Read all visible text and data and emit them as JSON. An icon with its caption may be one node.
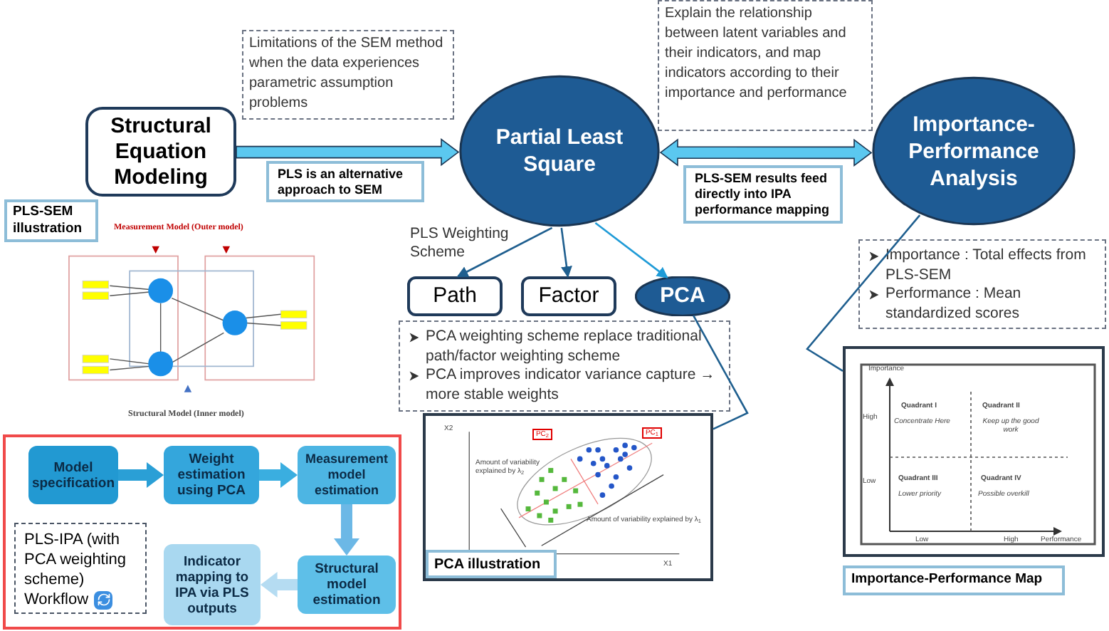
{
  "diagram": {
    "nodes": [
      {
        "text": [
          "Structural Equation Modeling"
        ]
      },
      {
        "text": [
          "Partial Least Square"
        ]
      },
      {
        "text": [
          "Importance-Performance Analysis"
        ]
      },
      {
        "text": [
          "Limitations of the SEM method when the data experiences parametric assumption problems"
        ]
      },
      {
        "text": [
          "PLS is an alternative approach to SEM"
        ]
      },
      {
        "text": [
          "Explain the relationship between latent variables and their indicators, and map indicators according to their importance and performance"
        ]
      },
      {
        "text": [
          "PLS-SEM results feed directly into IPA performance mapping"
        ]
      },
      {
        "text": [
          "Path"
        ]
      },
      {
        "text": [
          "Factor"
        ]
      },
      {
        "text": [
          "PCA"
        ]
      },
      {
        "text": [
          "PCA weighting scheme replace traditional path/factor weighting scheme",
          "PCA improves indicator variance capture → more stable weights"
        ]
      },
      {
        "text": [
          "PCA illustration"
        ]
      },
      {
        "text": [
          "Importance : Total effects from PLS-SEM",
          "Performance : Mean standardized scores"
        ]
      },
      {
        "text": [
          "Importance-Performance Map"
        ]
      },
      {
        "text": [
          "PLS-SEM illustration"
        ]
      },
      {
        "text": [],
        "shape": "box"
      },
      {
        "text": [
          "Model specification"
        ],
        "in": 15
      },
      {
        "text": [
          "Weight estimation using PCA"
        ],
        "in": 15
      },
      {
        "text": [
          "Measurement model estimation"
        ],
        "in": 15
      },
      {
        "text": [
          "Structural model estimation"
        ],
        "in": 15
      },
      {
        "text": [
          "Indicator mapping to IPA via PLS outputs"
        ],
        "in": 15
      },
      {
        "text": [
          "PLS-IPA (with PCA weighting scheme) Workflow"
        ],
        "in": 15
      }
    ],
    "edges": [
      {
        "from": 0,
        "to": 1,
        "arrow": "to",
        "style": "thick",
        "color": "#5bc8f0"
      },
      {
        "from": 1,
        "to": 2,
        "arrow": "both",
        "style": "thick",
        "color": "#5bc8f0"
      },
      {
        "from": 1,
        "to": 7,
        "arrow": "to"
      },
      {
        "from": 1,
        "to": 8,
        "arrow": "to"
      },
      {
        "from": 1,
        "to": 9,
        "arrow": "to",
        "color": "#1f9bd7"
      },
      {
        "from": 9,
        "to": 11,
        "arrow": "none"
      },
      {
        "from": 2,
        "to": 13,
        "arrow": "none"
      },
      {
        "from": 16,
        "to": 17,
        "arrow": "to",
        "style": "thick",
        "color": "#2a9fd6"
      },
      {
        "from": 17,
        "to": 18,
        "arrow": "to",
        "style": "thick",
        "color": "#3aaee0"
      },
      {
        "from": 18,
        "to": 19,
        "arrow": "to",
        "style": "thick",
        "color": "#6cb8e6"
      },
      {
        "from": 19,
        "to": 20,
        "arrow": "to",
        "style": "thick",
        "color": "#b5dcf2"
      }
    ],
    "labels": [
      "PLS Weighting Scheme",
      "Measurement Model (Outer model)",
      "Structural Model (Inner model)",
      "PC$_{2}$",
      "PC$_{1}$",
      "Amount of variability explained by λ$_{2}$",
      "Amount of variability explained by λ$_{1}$",
      "X2",
      "X1",
      "Importance",
      "High",
      "Low",
      "Quadrant I",
      "Concentrate Here",
      "Quadrant II",
      "Keep up the good work",
      "Quadrant III",
      "Lower priority",
      "Quadrant IV",
      "Possible overkill",
      "Low",
      "High",
      "Performance"
    ]
  }
}
